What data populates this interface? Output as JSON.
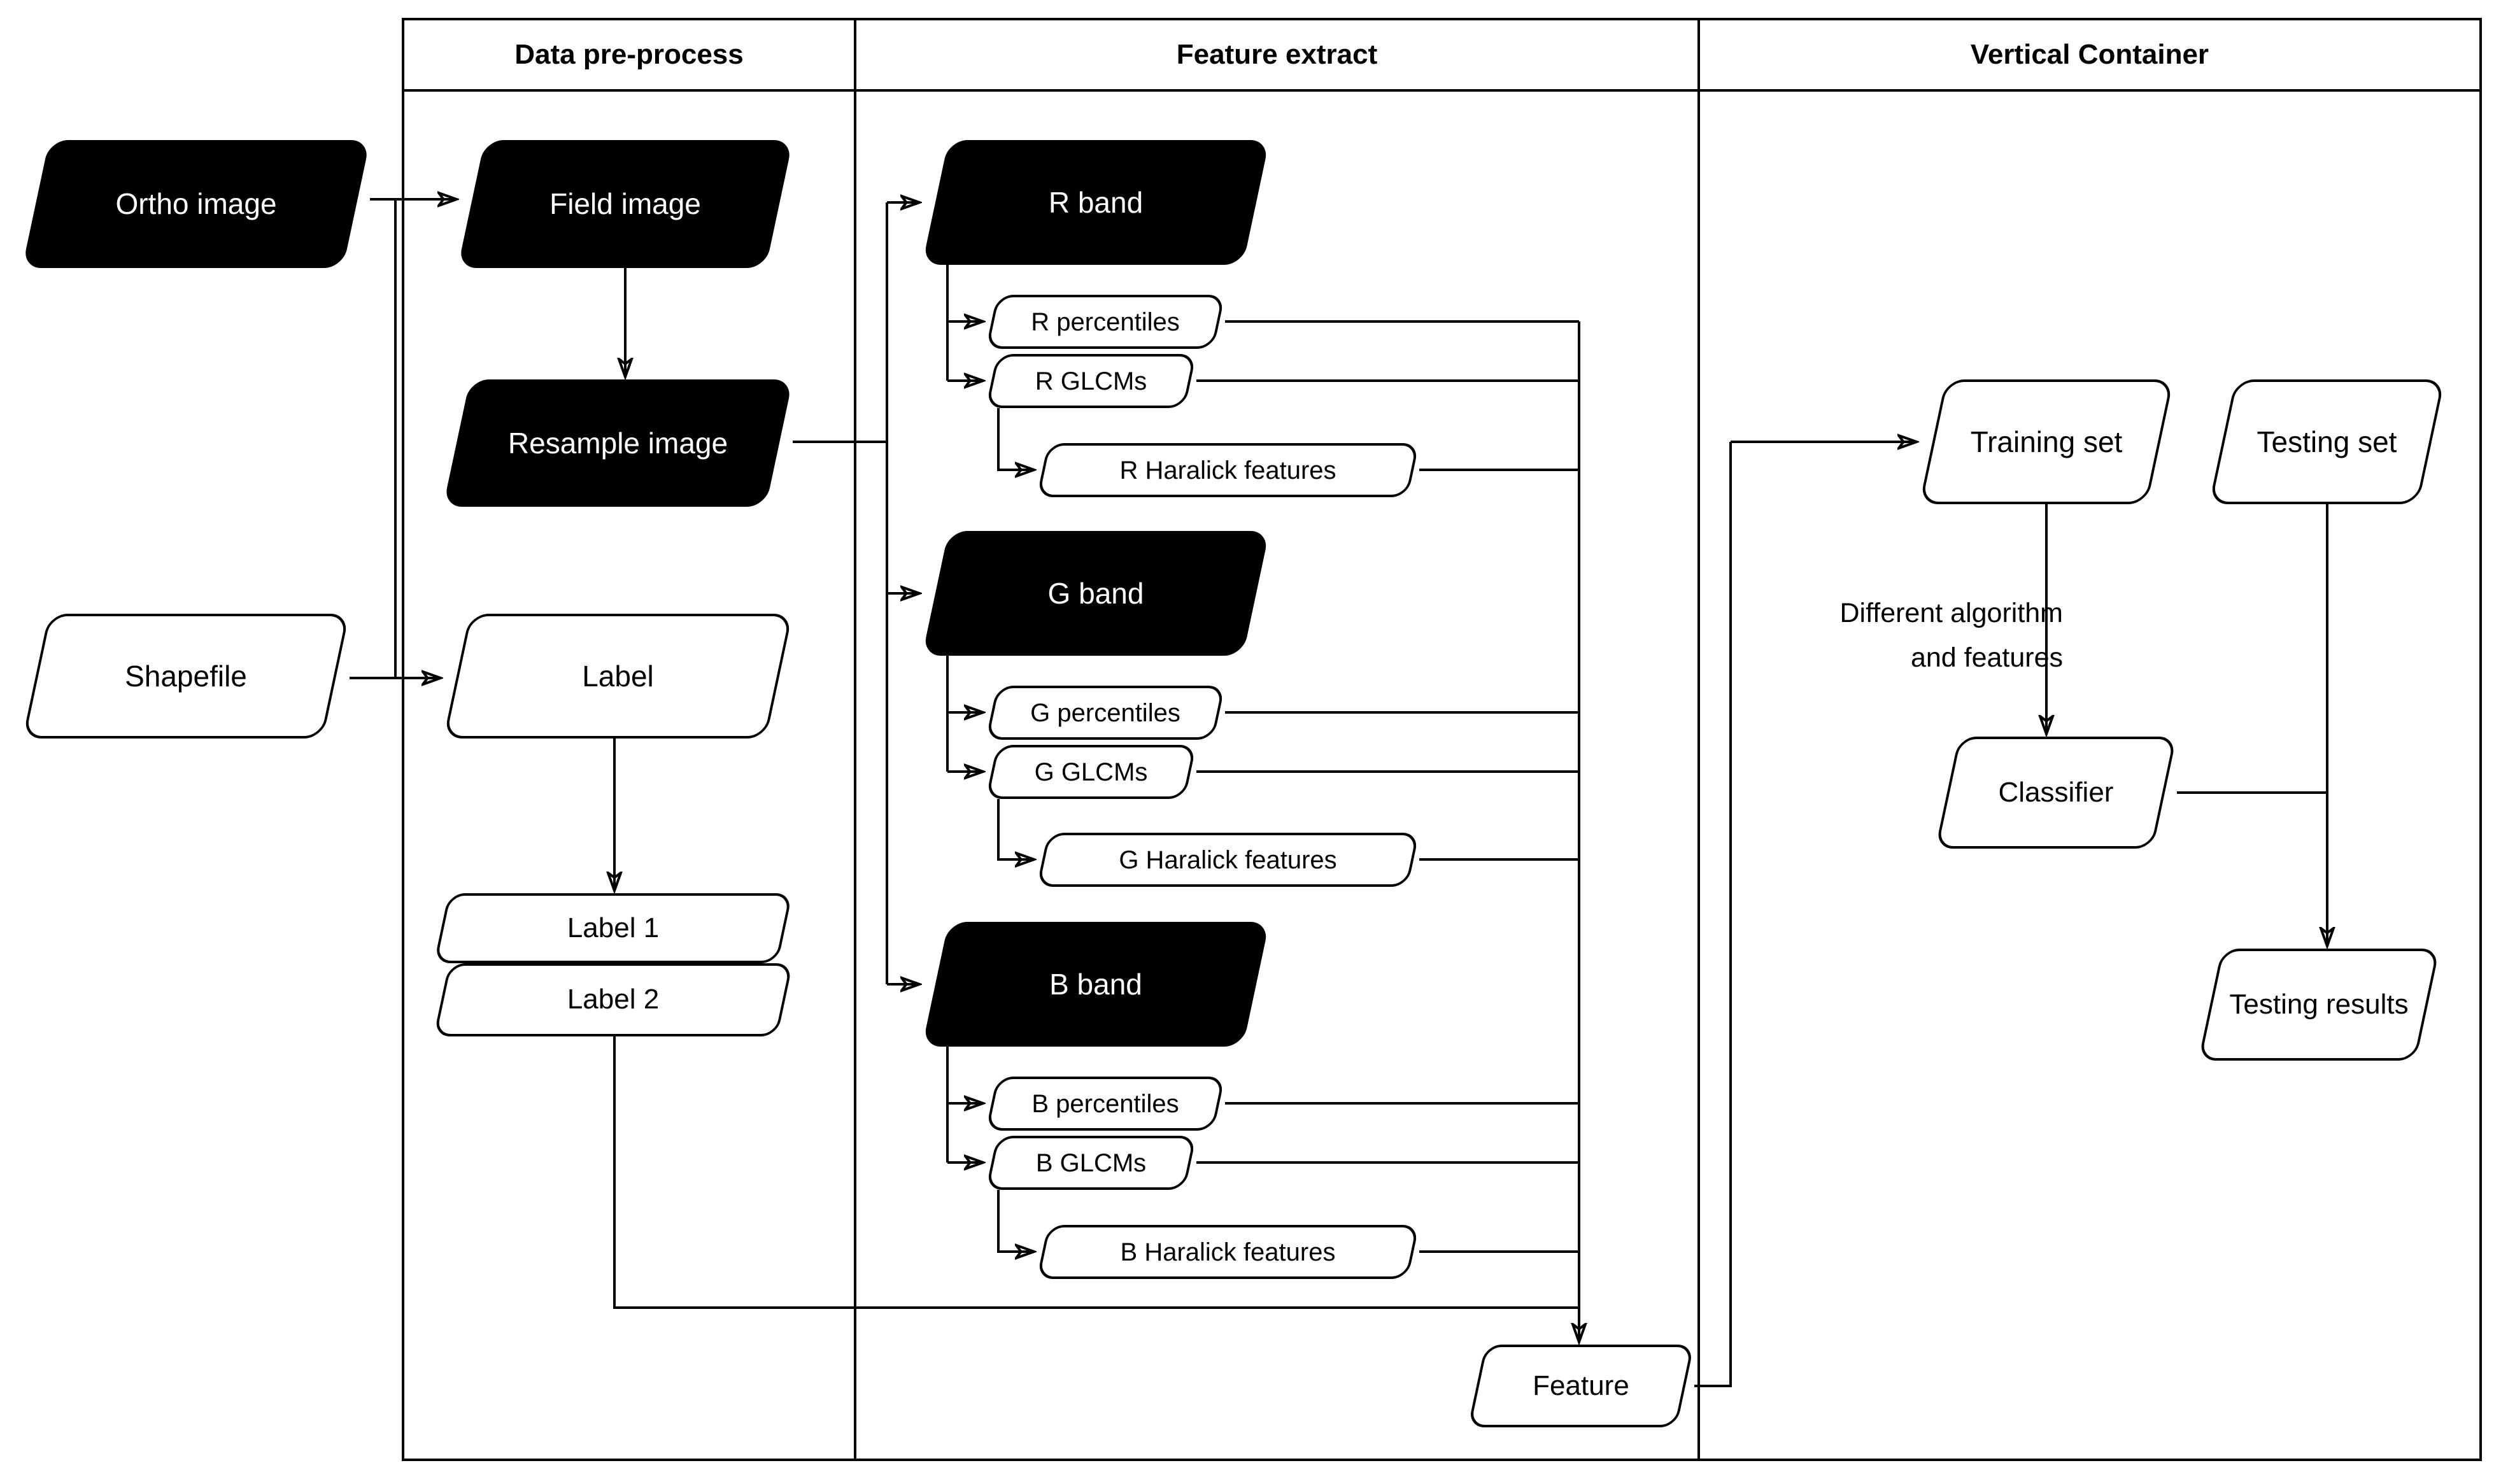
{
  "diagram": {
    "containers": [
      {
        "id": "pre",
        "title": "Data pre-process"
      },
      {
        "id": "feat",
        "title": "Feature extract"
      },
      {
        "id": "vert",
        "title": "Vertical Container"
      }
    ],
    "nodes": {
      "ortho": {
        "label": "Ortho image",
        "fill": "black"
      },
      "field": {
        "label": "Field image",
        "fill": "black"
      },
      "resample": {
        "label": "Resample image",
        "fill": "black"
      },
      "shapefile": {
        "label": "Shapefile",
        "fill": "white"
      },
      "label": {
        "label": "Label",
        "fill": "white"
      },
      "label1": {
        "label": "Label 1",
        "fill": "white"
      },
      "label2": {
        "label": "Label 2",
        "fill": "white"
      },
      "rband": {
        "label": "R band",
        "fill": "black"
      },
      "rperc": {
        "label": "R percentiles",
        "fill": "white"
      },
      "rglcm": {
        "label": "R GLCMs",
        "fill": "white"
      },
      "rhara": {
        "label": "R Haralick features",
        "fill": "white"
      },
      "gband": {
        "label": "G band",
        "fill": "black"
      },
      "gperc": {
        "label": "G percentiles",
        "fill": "white"
      },
      "gglcm": {
        "label": "G GLCMs",
        "fill": "white"
      },
      "ghara": {
        "label": "G Haralick features",
        "fill": "white"
      },
      "bband": {
        "label": "B band",
        "fill": "black"
      },
      "bperc": {
        "label": "B percentiles",
        "fill": "white"
      },
      "bglcm": {
        "label": "B GLCMs",
        "fill": "white"
      },
      "bhara": {
        "label": "B Haralick features",
        "fill": "white"
      },
      "feature": {
        "label": "Feature",
        "fill": "white"
      },
      "training": {
        "label": "Training set",
        "fill": "white"
      },
      "testing": {
        "label": "Testing set",
        "fill": "white"
      },
      "classifier": {
        "label": "Classifier",
        "fill": "white"
      },
      "results": {
        "label": "Testing results",
        "fill": "white"
      }
    },
    "annotation": {
      "line1": "Different algorithm",
      "line2": "and features"
    },
    "edges": [
      {
        "from": "ortho",
        "to": "field"
      },
      {
        "from": "ortho",
        "to": "label"
      },
      {
        "from": "shapefile",
        "to": "label"
      },
      {
        "from": "field",
        "to": "resample"
      },
      {
        "from": "resample",
        "to": "rband"
      },
      {
        "from": "resample",
        "to": "gband"
      },
      {
        "from": "resample",
        "to": "bband"
      },
      {
        "from": "rband",
        "to": "rperc"
      },
      {
        "from": "rband",
        "to": "rglcm"
      },
      {
        "from": "rglcm",
        "to": "rhara"
      },
      {
        "from": "rperc",
        "to": "feature"
      },
      {
        "from": "rglcm",
        "to": "feature"
      },
      {
        "from": "rhara",
        "to": "feature"
      },
      {
        "from": "gband",
        "to": "gperc"
      },
      {
        "from": "gband",
        "to": "gglcm"
      },
      {
        "from": "gglcm",
        "to": "ghara"
      },
      {
        "from": "gperc",
        "to": "feature"
      },
      {
        "from": "gglcm",
        "to": "feature"
      },
      {
        "from": "ghara",
        "to": "feature"
      },
      {
        "from": "bband",
        "to": "bperc"
      },
      {
        "from": "bband",
        "to": "bglcm"
      },
      {
        "from": "bglcm",
        "to": "bhara"
      },
      {
        "from": "bperc",
        "to": "feature"
      },
      {
        "from": "bglcm",
        "to": "feature"
      },
      {
        "from": "bhara",
        "to": "feature"
      },
      {
        "from": "label",
        "to": "label1"
      },
      {
        "from": "label2",
        "to": "feature"
      },
      {
        "from": "feature",
        "to": "training"
      },
      {
        "from": "training",
        "to": "classifier",
        "label": "Different algorithm and features"
      },
      {
        "from": "testing",
        "to": "results"
      },
      {
        "from": "classifier",
        "to": "results"
      }
    ],
    "colors": {
      "background": "#ffffff",
      "node_fill_dark": "#000000",
      "node_fill_light": "#ffffff",
      "stroke": "#000000",
      "text_on_dark": "#ffffff",
      "text_on_light": "#000000"
    }
  }
}
